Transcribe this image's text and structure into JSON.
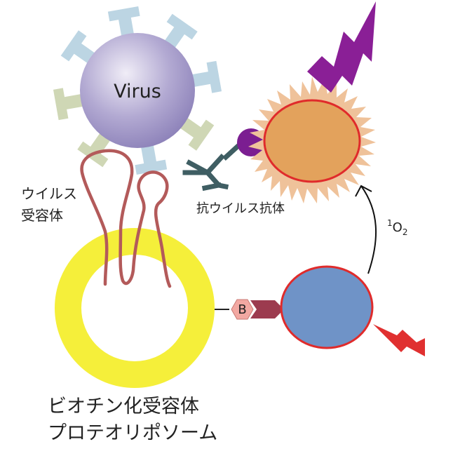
{
  "labels": {
    "virus": "Virus",
    "virus_receptor_line1": "ウイルス",
    "virus_receptor_line2": "受容体",
    "antibody": "抗ウイルス抗体",
    "singlet_oxygen_superscript": "1",
    "singlet_oxygen_main": "O",
    "singlet_oxygen_subscript": "2",
    "biotin": "B",
    "proteoliposome_line1": "ビオチン化受容体",
    "proteoliposome_line2": "プロテオリポソーム"
  },
  "colors": {
    "virus_body": "#a99fc8",
    "spike_a": "#bcd5e3",
    "spike_b": "#cfd7b5",
    "liposome": "#f5ef3a",
    "receptor": "#b35a5a",
    "antibody": "#3f5e63",
    "purple_dot": "#7b1e91",
    "acceptor_fill": "#e3a25c",
    "acceptor_rays": "#efc29a",
    "red_outline": "#e02b2b",
    "donor_fill": "#6f93c7",
    "biotin_hex": "#f2a8a2",
    "streptavidin": "#9c3b4f",
    "bolt_purple": "#8a1f96",
    "bolt_red": "#e03030"
  }
}
